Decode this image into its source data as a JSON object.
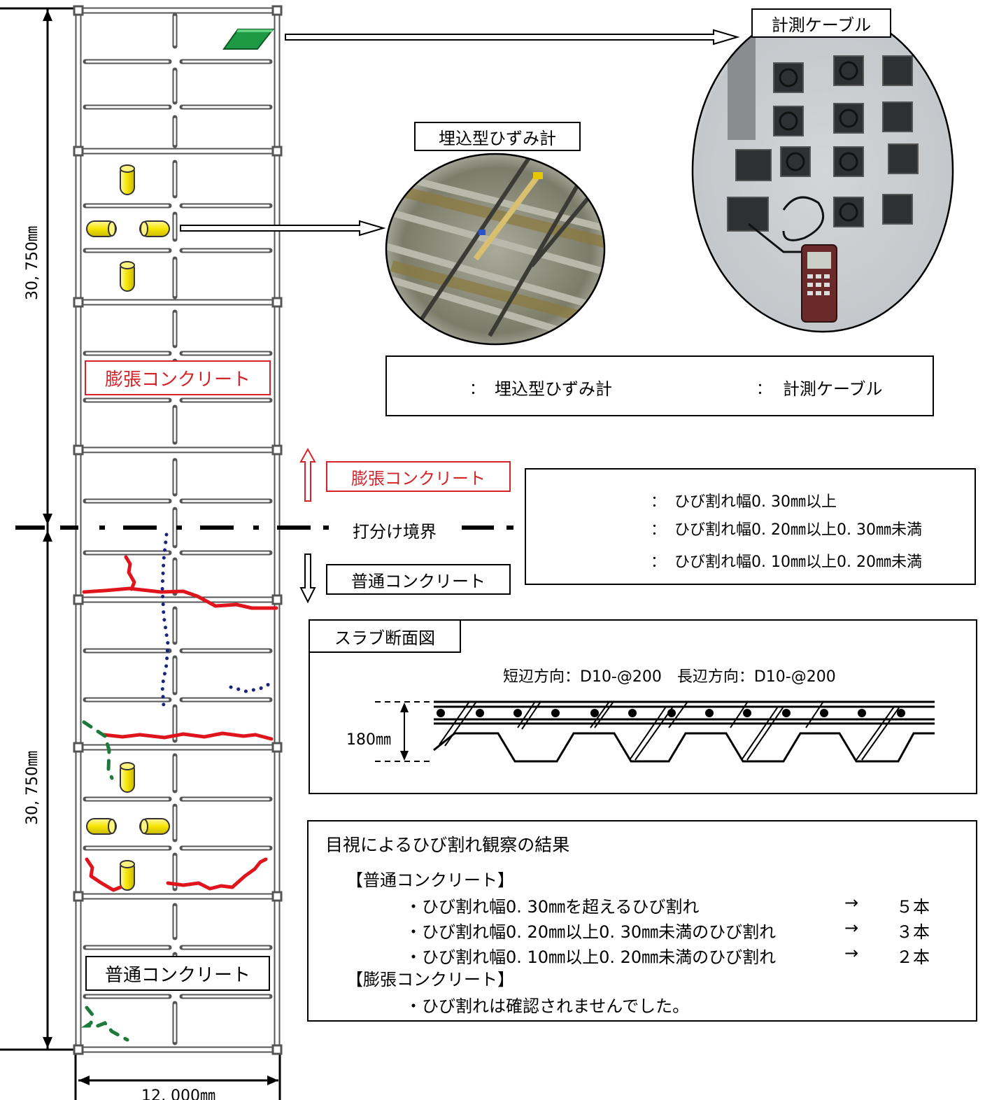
{
  "dimensions": {
    "upper_height": "30, 750㎜",
    "lower_height": "30, 750㎜",
    "width": "12, 000㎜"
  },
  "slab_labels": {
    "expansive_upper": "膨張コンクリート",
    "normal_lower": "普通コンクリート"
  },
  "photos": {
    "strain_gauge_title": "埋込型ひずみ計",
    "cable_title": "計測ケーブル"
  },
  "symbol_legend": {
    "gauge_sep": "：",
    "gauge_label": "埋込型ひずみ計",
    "cable_sep": "：",
    "cable_label": "計測ケーブル"
  },
  "pour_boundary": {
    "expansive_label": "膨張コンクリート",
    "boundary_label": "打分け境界",
    "normal_label": "普通コンクリート"
  },
  "crack_legend": [
    {
      "sep": "：",
      "label": "ひび割れ幅0. 30㎜以上",
      "color": "#e0141c",
      "style": "solid"
    },
    {
      "sep": "：",
      "label": "ひび割れ幅0. 20㎜以上0. 30㎜未満",
      "color": "#1e7a3c",
      "style": "dashed"
    },
    {
      "sep": "：",
      "label": "ひび割れ幅0. 10㎜以上0. 20㎜未満",
      "color": "#1a237e",
      "style": "dotted"
    }
  ],
  "section": {
    "title": "スラブ断面図",
    "rebar_spec": "短辺方向：D10-@200　長辺方向：D10-@200",
    "thickness": "180㎜"
  },
  "results": {
    "title": "目視によるひび割れ観察の結果",
    "normal_header": "【普通コンクリート】",
    "normal_items": [
      {
        "text": "・ひび割れ幅0. 30㎜を超えるひび割れ",
        "arrow": "→",
        "count": "５本"
      },
      {
        "text": "・ひび割れ幅0. 20㎜以上0. 30㎜未満のひび割れ",
        "arrow": "→",
        "count": "３本"
      },
      {
        "text": "・ひび割れ幅0. 10㎜以上0. 20㎜未満のひび割れ",
        "arrow": "→",
        "count": "２本"
      }
    ],
    "expansive_header": "【膨張コンクリート】",
    "expansive_item": "・ひび割れは確認されませんでした。"
  },
  "colors": {
    "gauge_yellow": "#f5e400",
    "cable_green": "#1f9a44",
    "crack_red": "#e0141c",
    "crack_green": "#1e7a3c",
    "crack_blue": "#1a237e",
    "label_red": "#d4242a"
  }
}
